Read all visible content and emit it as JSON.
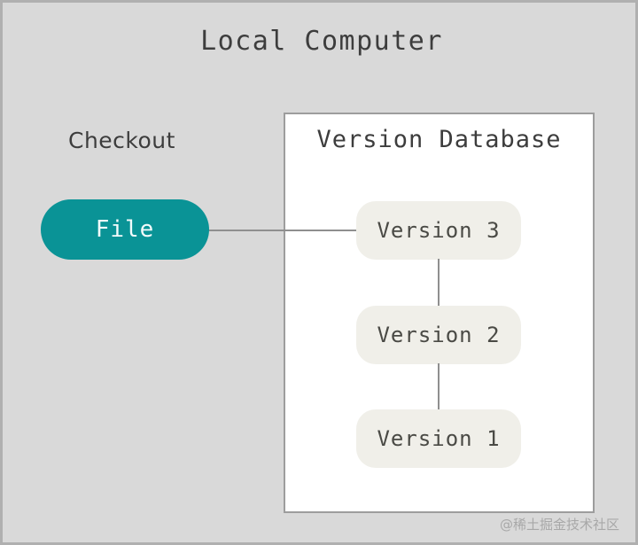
{
  "diagram": {
    "title": "Local Computer",
    "type": "version-control-local-workflow",
    "background_color": "#d9d9d9",
    "border_color": "#b0b0b0"
  },
  "checkout": {
    "label": "Checkout",
    "file_node": {
      "label": "File",
      "fill_color": "#0a9396",
      "text_color": "#f2fbfb"
    }
  },
  "version_database": {
    "title": "Version Database",
    "panel_fill": "#ffffff",
    "panel_border": "#9d9d9d",
    "versions": [
      {
        "label": "Version 3",
        "fill_color": "#f0efe9",
        "text_color": "#4a4a45"
      },
      {
        "label": "Version 2",
        "fill_color": "#f0efe9",
        "text_color": "#4a4a45"
      },
      {
        "label": "Version 1",
        "fill_color": "#f0efe9",
        "text_color": "#4a4a45"
      }
    ]
  },
  "connectors": {
    "color": "#8f8f8f",
    "file_to_version3": "horizontal",
    "version3_to_version2": "vertical",
    "version2_to_version1": "vertical"
  },
  "watermark": {
    "text": "@稀土掘金技术社区",
    "color": "#a8a8a8"
  }
}
